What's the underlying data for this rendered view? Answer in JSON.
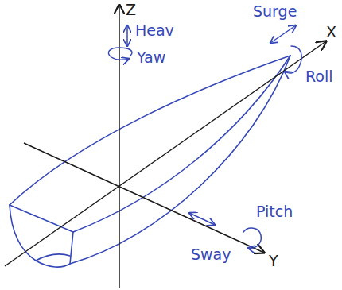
{
  "diagram": {
    "labels": [
      "Z",
      "Heav",
      "Yaw",
      "Surge",
      "X",
      "Roll",
      "Pitch",
      "Sway",
      "Y"
    ]
  }
}
